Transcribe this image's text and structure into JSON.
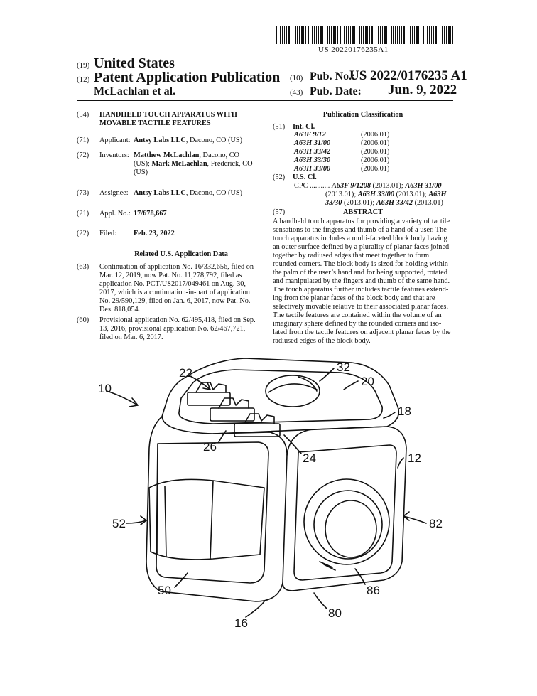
{
  "header": {
    "barcode_number": "US 20220176235A1",
    "country_code": "(19)",
    "country": "United States",
    "pub_type_code": "(12)",
    "pub_type": "Patent Application Publication",
    "inventor_line": "McLachlan et al.",
    "pub_no_code": "(10)",
    "pub_no_label": "Pub. No.:",
    "pub_no": "US 2022/0176235 A1",
    "pub_date_code": "(43)",
    "pub_date_label": "Pub. Date:",
    "pub_date": "Jun. 9, 2022"
  },
  "left": {
    "title_code": "(54)",
    "title_line1": "HANDHELD TOUCH APPARATUS WITH",
    "title_line2": "MOVABLE TACTILE FEATURES",
    "applicant_code": "(71)",
    "applicant_label": "Applicant:",
    "applicant_name": "Antsy Labs LLC",
    "applicant_loc": ", Dacono, CO (US)",
    "inventors_code": "(72)",
    "inventors_label": "Inventors:",
    "inventor1_name": "Matthew McLachlan",
    "inventor1_loc": ", Dacono, CO",
    "inventor1_loc2": "(US); ",
    "inventor2_name": "Mark McLachlan",
    "inventor2_loc": ", Frederick, CO",
    "inventor2_loc2": "(US)",
    "assignee_code": "(73)",
    "assignee_label": "Assignee:",
    "assignee_name": "Antsy Labs LLC",
    "assignee_loc": ", Dacono, CO (US)",
    "appl_code": "(21)",
    "appl_label": "Appl. No.:",
    "appl_no": "17/678,667",
    "filed_code": "(22)",
    "filed_label": "Filed:",
    "filed_date": "Feb. 23, 2022",
    "related_heading": "Related U.S. Application Data",
    "cont_code": "(63)",
    "cont_lines": [
      "Continuation of application No. 16/332,656, filed on",
      "Mar. 12, 2019, now Pat. No. 11,278,792, filed as",
      "application No. PCT/US2017/049461 on Aug. 30,",
      "2017, which is a continuation-in-part of application",
      "No. 29/590,129, filed on Jan. 6, 2017, now Pat. No.",
      "Des. 818,054."
    ],
    "prov_code": "(60)",
    "prov_lines": [
      "Provisional application No. 62/495,418, filed on Sep.",
      "13, 2016, provisional application No. 62/467,721,",
      "filed on Mar. 6, 2017."
    ]
  },
  "right": {
    "pub_class_heading": "Publication Classification",
    "intcl_code": "(51)",
    "intcl_label": "Int. Cl.",
    "intcl": [
      {
        "code": "A63F 9/12",
        "year": "(2006.01)"
      },
      {
        "code": "A63H 31/00",
        "year": "(2006.01)"
      },
      {
        "code": "A63H 33/42",
        "year": "(2006.01)"
      },
      {
        "code": "A63H 33/30",
        "year": "(2006.01)"
      },
      {
        "code": "A63H 33/00",
        "year": "(2006.01)"
      }
    ],
    "uscl_code": "(52)",
    "uscl_label": "U.S. Cl.",
    "cpc_line1_prefix": "CPC ...........",
    "cpc_line1_a": "A63F 9/1208",
    "cpc_line1_b": " (2013.01); ",
    "cpc_line1_c": "A63H 31/00",
    "cpc_line2_a": "(2013.01); ",
    "cpc_line2_b": "A63H 33/00",
    "cpc_line2_c": " (2013.01); ",
    "cpc_line2_d": "A63H",
    "cpc_line3_a": "33/30",
    "cpc_line3_b": " (2013.01); ",
    "cpc_line3_c": "A63H 33/42",
    "cpc_line3_d": " (2013.01)",
    "abstract_code": "(57)",
    "abstract_heading": "ABSTRACT",
    "abstract_lines": [
      "A handheld touch apparatus for providing a variety of tactile",
      "sensations to the fingers and thumb of a hand of a user. The",
      "touch apparatus includes a multi-faceted block body having",
      "an outer surface defined by a plurality of planar faces joined",
      "together by radiused edges that meet together to form",
      "rounded corners. The block body is sized for holding within",
      "the palm of the user’s hand and for being supported, rotated",
      "and manipulated by the fingers and thumb of the same hand.",
      "The touch apparatus further includes tactile features extend-",
      "ing from the planar faces of the block body and that are",
      "selectively movable relative to their associated planar faces.",
      "The tactile features are contained within the volume of an",
      "imaginary sphere defined by the rounded corners and iso-",
      "lated from the tactile features on adjacent planar faces by the",
      "radiused edges of the block body."
    ]
  },
  "figure": {
    "labels": [
      "10",
      "22",
      "32",
      "20",
      "18",
      "12",
      "26",
      "24",
      "52",
      "82",
      "50",
      "86",
      "80",
      "16"
    ]
  }
}
